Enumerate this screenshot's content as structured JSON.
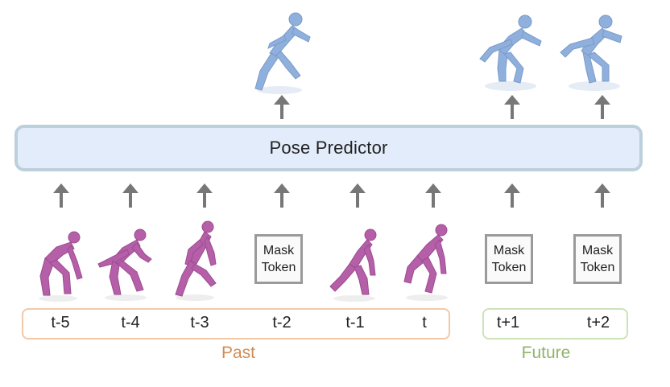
{
  "predictor": {
    "label": "Pose Predictor"
  },
  "mask_tokens": [
    {
      "line1": "Mask",
      "line2": "Token"
    },
    {
      "line1": "Mask",
      "line2": "Token"
    },
    {
      "line1": "Mask",
      "line2": "Token"
    }
  ],
  "timesteps": {
    "past": [
      "t-5",
      "t-4",
      "t-3",
      "t-2",
      "t-1",
      "t"
    ],
    "future": [
      "t+1",
      "t+2"
    ]
  },
  "groups": {
    "past": "Past",
    "future": "Future"
  },
  "colors": {
    "input_pose": "#b55fa8",
    "predicted_pose": "#8fb0dc",
    "arrow": "#777777",
    "predictor_fill": "#e3ecfb",
    "predictor_border": "#bcd0db",
    "past_accent": "#d08c54",
    "future_accent": "#8fb46b"
  }
}
